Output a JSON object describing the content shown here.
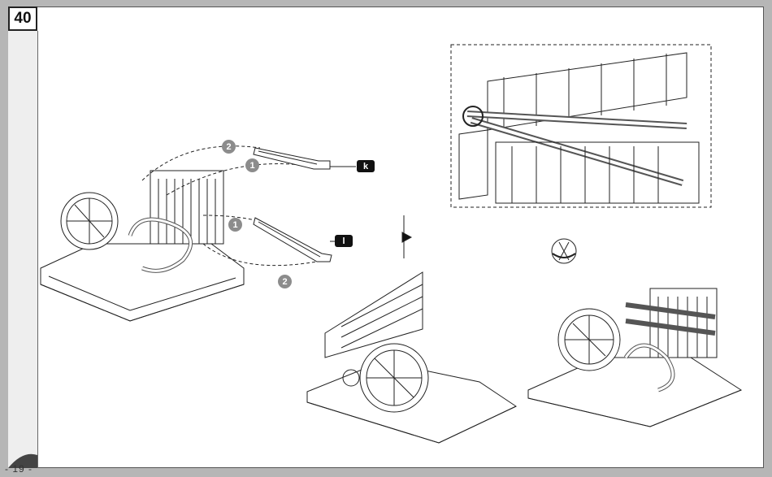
{
  "step": {
    "number": "40"
  },
  "page": {
    "number": "- 19 -"
  },
  "parts": [
    {
      "label": "k"
    },
    {
      "label": "l"
    }
  ],
  "callouts": [
    "1",
    "2"
  ],
  "colors": {
    "line": "#222222",
    "frame": "#555555",
    "accent": "#8c8c8c"
  },
  "icons": {
    "arrow": "arrow-right-icon",
    "rotate": "rotate-view-icon"
  }
}
